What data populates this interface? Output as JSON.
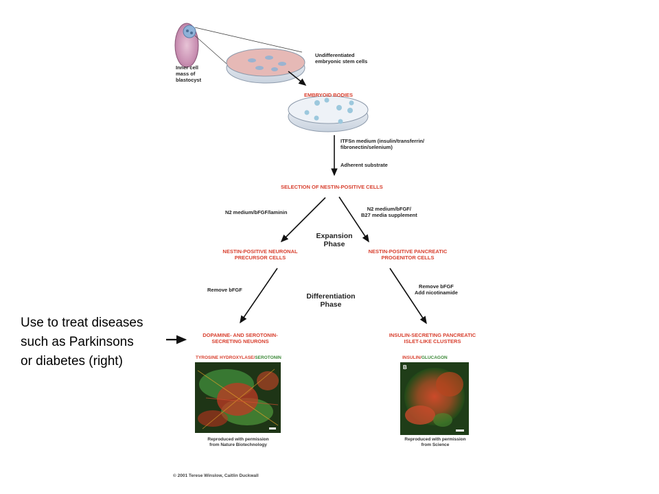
{
  "labels": {
    "inner_cell": [
      "Inner cell",
      "mass of",
      "blastocyst"
    ],
    "undiff": [
      "Undifferentiated",
      "embryonic stem cells"
    ],
    "embryoid": "EMBRYOID BODIES",
    "itfs": [
      "ITFSn medium (insulin/transferrin/",
      "fibronectin/selenium)"
    ],
    "adherent": "Adherent substrate",
    "selection": "SELECTION OF NESTIN-POSITIVE CELLS",
    "n2_left": "N2 medium/bFGF/laminin",
    "n2_right": [
      "N2 medium/bFGF/",
      "B27 media supplement"
    ],
    "expansion": [
      "Expansion",
      "Phase"
    ],
    "neuronal": [
      "NESTIN-POSITIVE NEURONAL",
      "PRECURSOR CELLS"
    ],
    "pancreatic": [
      "NESTIN-POSITIVE PANCREATIC",
      "PROGENITOR CELLS"
    ],
    "remove_left": "Remove bFGF",
    "remove_right": [
      "Remove bFGF",
      "Add nicotinamide"
    ],
    "differentiation": [
      "Differentiation",
      "Phase"
    ],
    "dopamine": [
      "DOPAMINE- AND SEROTONIN-",
      "SECRETING NEURONS"
    ],
    "insulin_clusters": [
      "INSULIN-SECRETING PANCREATIC",
      "ISLET-LIKE CLUSTERS"
    ],
    "stain_left_a": "TYROSINE HYDROXYLASE/",
    "stain_left_b": "SEROTONIN",
    "stain_right_a": "INSULIN/",
    "stain_right_b": "GLUCAGON",
    "panel_b": "B",
    "repro_left": [
      "Reproduced with permission",
      "from Nature Biotechnology"
    ],
    "repro_right": [
      "Reproduced with permission",
      "from Science"
    ],
    "copyright": "© 2001 Terese Winslow, Caitlin Duckwall"
  },
  "note": [
    "Use to treat diseases",
    "such as Parkinsons",
    "or diabetes (right)"
  ],
  "colors": {
    "accent_red": "#d8402f",
    "micrograph_green": "#3e8a3a",
    "micrograph_red": "#c03a24"
  }
}
